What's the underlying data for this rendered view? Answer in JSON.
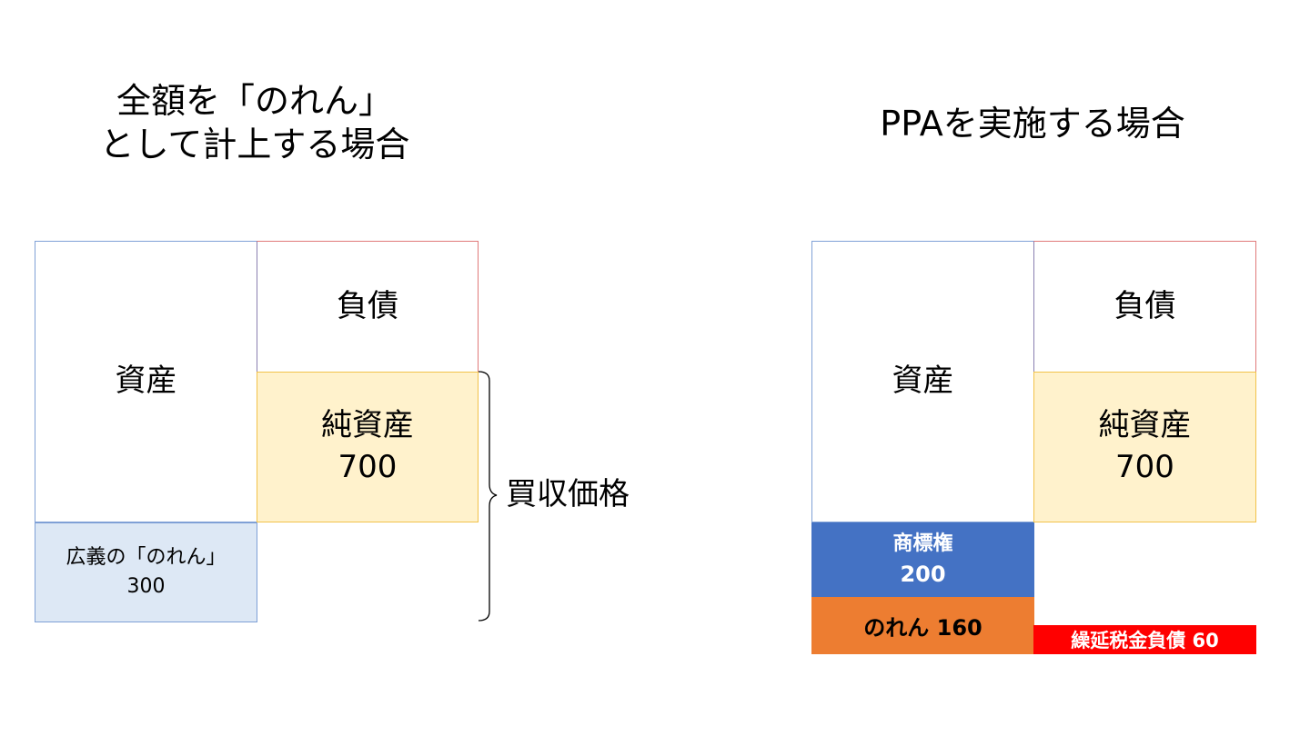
{
  "left": {
    "title_line1": "全額を「のれん」",
    "title_line2": "として計上する場合",
    "assets_label": "資産",
    "liabilities_label": "負債",
    "equity_label": "純資産",
    "equity_value": "700",
    "goodwill_label": "広義の「のれん」",
    "goodwill_value": "300",
    "bracket_label": "買収価格"
  },
  "right": {
    "title": "PPAを実施する場合",
    "assets_label": "資産",
    "liabilities_label": "負債",
    "equity_label": "純資産",
    "equity_value": "700",
    "trademark_label": "商標権",
    "trademark_value": "200",
    "goodwill_label": "のれん 160",
    "deferred_tax_label": "繰延税金負債 60"
  },
  "colors": {
    "asset_border": "#7fa0d6",
    "liability_border": "#e07a7a",
    "equity_fill": "#fff2cc",
    "equity_border": "#f2c24a",
    "broad_goodwill_fill": "#dde8f5",
    "trademark_fill": "#4472c4",
    "goodwill_fill": "#ed7d31",
    "deferred_tax_fill": "#ff0000"
  }
}
